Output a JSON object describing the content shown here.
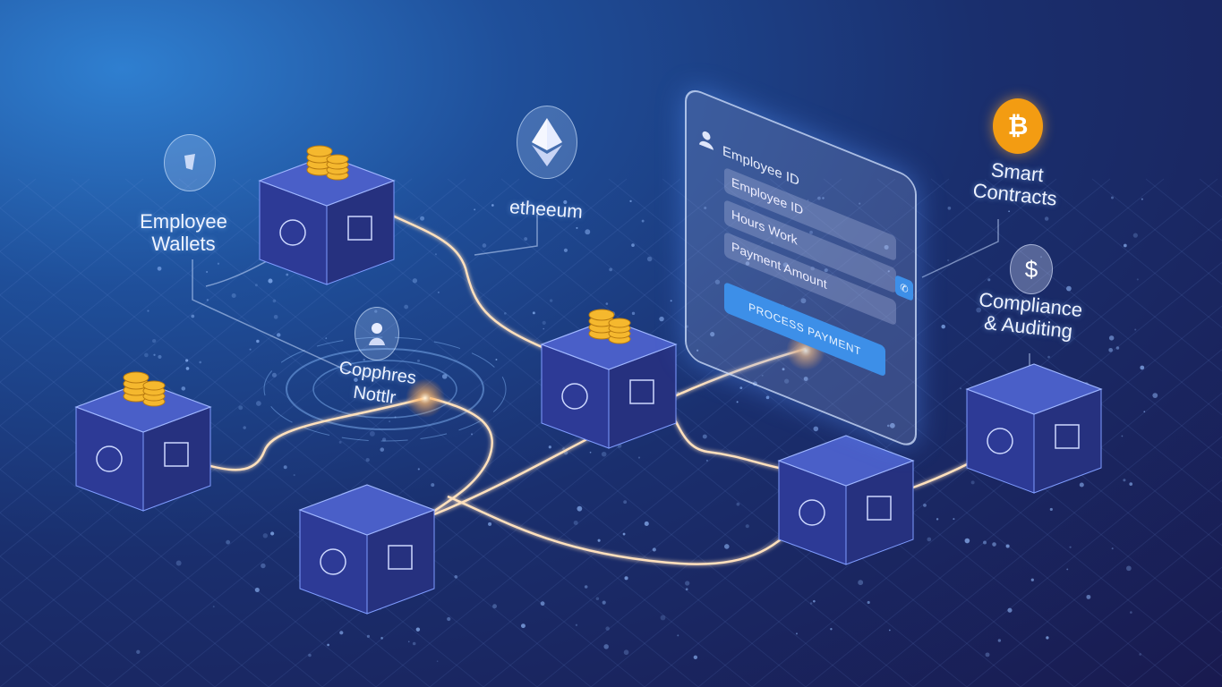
{
  "labels": {
    "employee_wallets": "Employee Wallets",
    "ethereum": "etheeum",
    "smart_contracts": "Smart Contracts",
    "compliance": "Compliance & Auditing",
    "center_hub": "Copphres Nottlr"
  },
  "form": {
    "title": "Employee ID",
    "fields": [
      {
        "placeholder": "Employee ID"
      },
      {
        "placeholder": "Hours Work"
      },
      {
        "placeholder": "Payment Amount"
      }
    ],
    "button_label": "PROCESS PAYMENT",
    "side_button_icon": "phone-icon"
  },
  "icons": {
    "bitcoin": "₿",
    "dollar": "$",
    "ethereum": "ethereum-diamond-icon",
    "wallet": "wallet-icon"
  },
  "colors": {
    "accent": "#3d8fe8",
    "bitcoin": "#f39c12",
    "coin": "#f5b82e",
    "line_glow": "#ffd7a8",
    "cube_top": "#4a5fc8",
    "cube_side": "#2d3a96"
  }
}
